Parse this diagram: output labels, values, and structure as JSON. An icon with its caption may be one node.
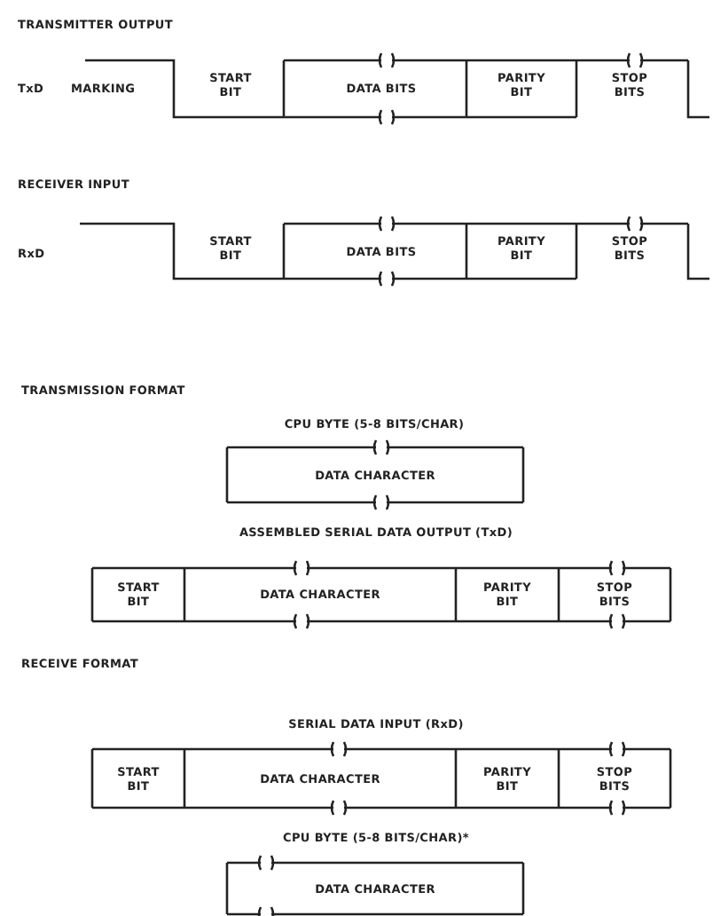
{
  "diagram": {
    "nodes": [
      {
        "text": [
          "DATA CHARACTER"
        ]
      },
      {
        "text": [
          "START BIT"
        ]
      },
      {
        "text": [
          "DATA CHARACTER"
        ]
      },
      {
        "text": [
          "PARITY BIT"
        ]
      },
      {
        "text": [
          "STOP BITS"
        ]
      },
      {
        "text": [
          "START BIT"
        ]
      },
      {
        "text": [
          "DATA CHARACTER"
        ]
      },
      {
        "text": [
          "PARITY BIT"
        ]
      },
      {
        "text": [
          "STOP BITS"
        ]
      },
      {
        "text": [
          "DATA CHARACTER"
        ]
      }
    ],
    "labels": [
      "TRANSMITTER OUTPUT",
      "TxD",
      "MARKING",
      "START BIT",
      "DATA BITS",
      "PARITY BIT",
      "STOP BITS",
      "RECEIVER INPUT",
      "RxD",
      "START BIT",
      "DATA BITS",
      "PARITY BIT",
      "STOP BITS",
      "TRANSMISSION FORMAT",
      "CPU BYTE (5-8 BITS/CHAR)",
      "ASSEMBLED SERIAL DATA OUTPUT (TxD)",
      "RECEIVE FORMAT",
      "SERIAL DATA INPUT (RxD)",
      "CPU BYTE (5-8 BITS/CHAR)*"
    ]
  }
}
